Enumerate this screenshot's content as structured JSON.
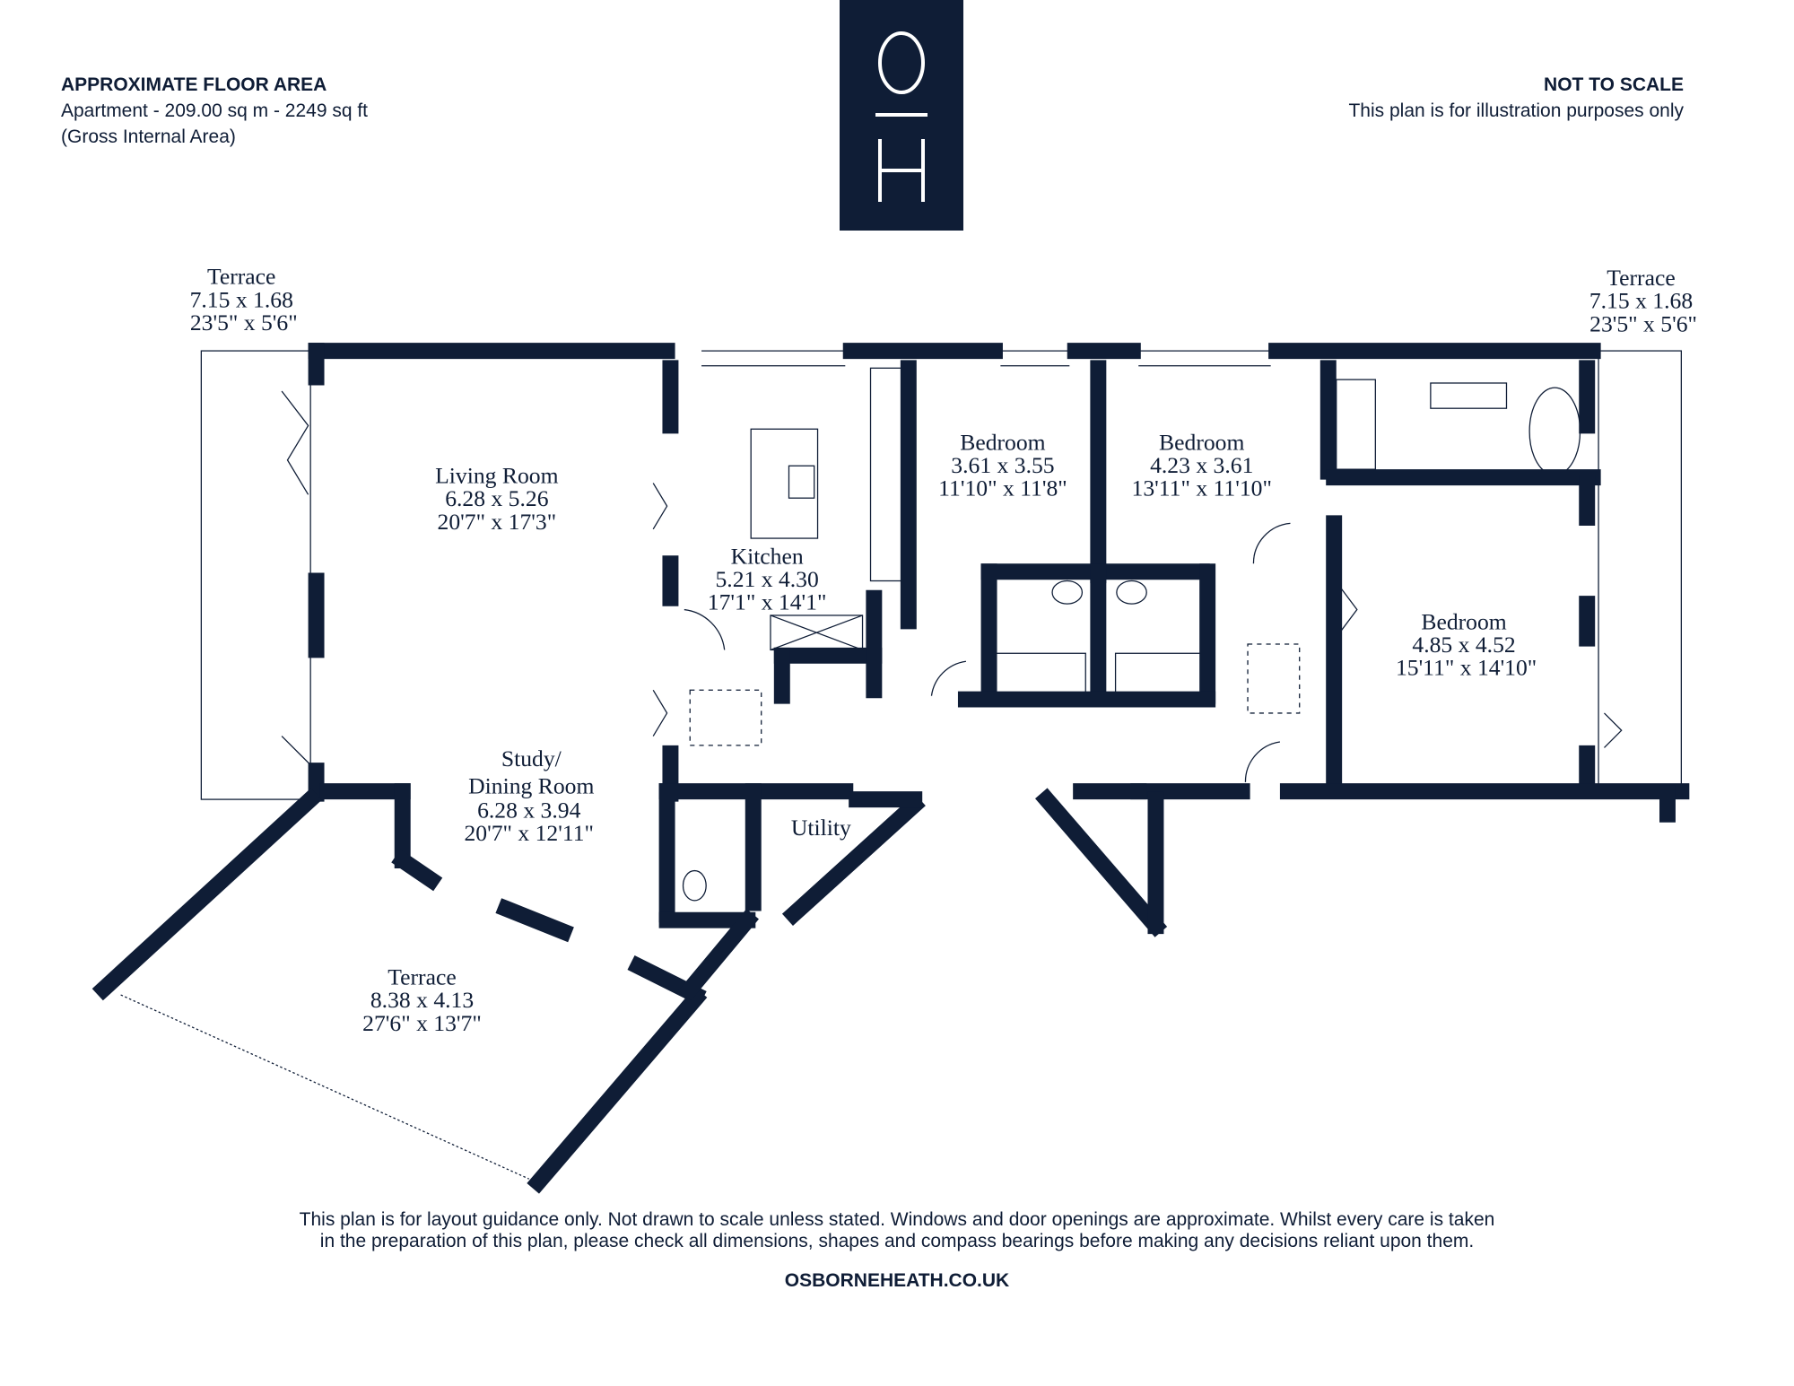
{
  "header": {
    "area_title": "APPROXIMATE FLOOR AREA",
    "area_line": "Apartment - 209.00 sq m - 2249 sq ft",
    "area_note": "(Gross Internal Area)",
    "scale_title": "NOT TO SCALE",
    "scale_note": "This plan is for illustration purposes only"
  },
  "logo": {
    "top_letter": "O",
    "bottom_letter": "H"
  },
  "rooms": [
    {
      "name": "Terrace",
      "metric": "7.15 x 1.68",
      "imperial": "23'5\" x 5'6\""
    },
    {
      "name": "Terrace",
      "metric": "7.15 x 1.68",
      "imperial": "23'5\" x 5'6\""
    },
    {
      "name": "Living Room",
      "metric": "6.28 x 5.26",
      "imperial": "20'7\" x 17'3\""
    },
    {
      "name": "Kitchen",
      "metric": "5.21 x 4.30",
      "imperial": "17'1\" x 14'1\""
    },
    {
      "name": "Bedroom",
      "metric": "3.61 x 3.55",
      "imperial": "11'10\" x 11'8\""
    },
    {
      "name": "Bedroom",
      "metric": "4.23 x 3.61",
      "imperial": "13'11\" x 11'10\""
    },
    {
      "name": "Bedroom",
      "metric": "4.85 x 4.52",
      "imperial": "15'11\" x 14'10\""
    },
    {
      "name": "Study/",
      "name2": "Dining Room",
      "metric": "6.28 x 3.94",
      "imperial": "20'7\" x 12'11\""
    },
    {
      "name": "Utility"
    },
    {
      "name": "Terrace",
      "metric": "8.38 x 4.13",
      "imperial": "27'6\" x 13'7\""
    }
  ],
  "footer": {
    "line1": "This plan is for layout guidance only. Not drawn to scale unless stated. Windows and door openings are approximate. Whilst every care is taken",
    "line2": "in the preparation of this plan, please check all dimensions, shapes and compass bearings before making any decisions reliant upon them.",
    "website": "OSBORNEHEATH.CO.UK"
  },
  "colors": {
    "navy": "#0f1d36"
  }
}
